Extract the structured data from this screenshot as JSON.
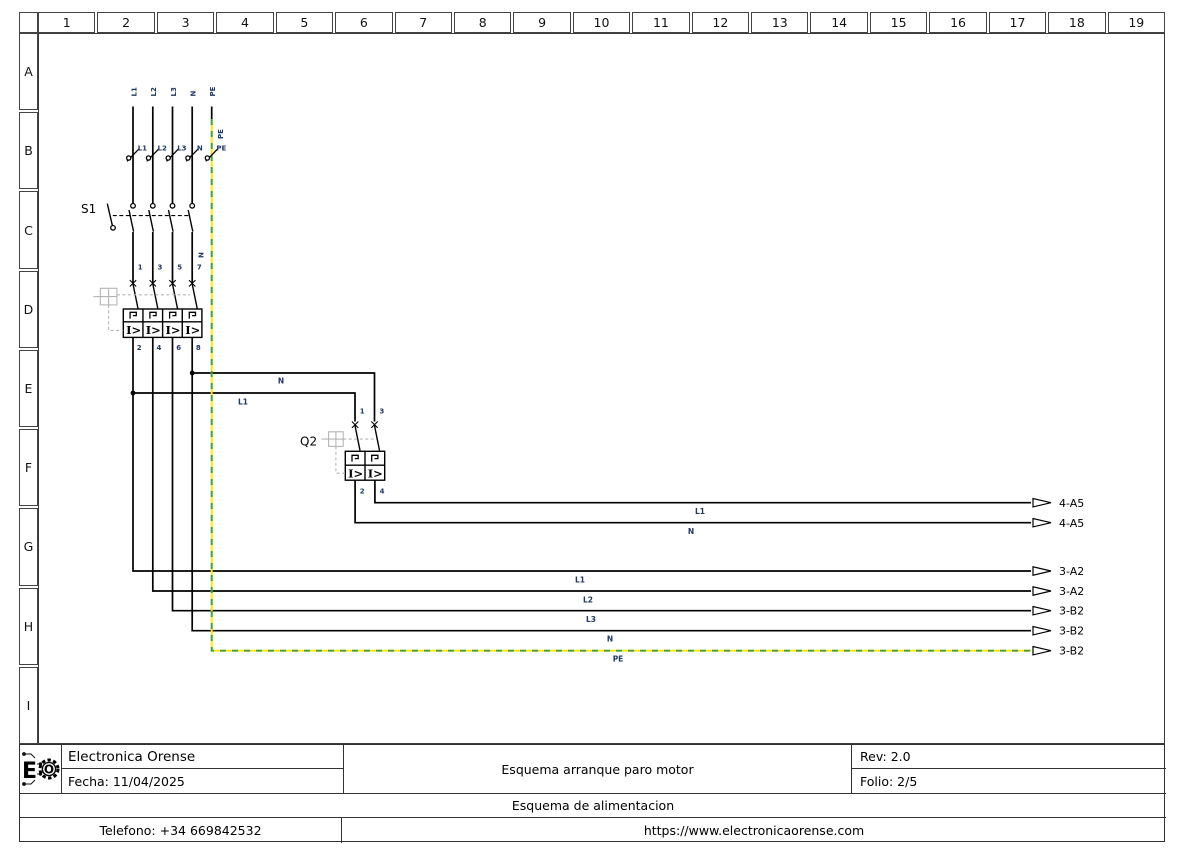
{
  "frame": {
    "columns": [
      "1",
      "2",
      "3",
      "4",
      "5",
      "6",
      "7",
      "8",
      "9",
      "10",
      "11",
      "12",
      "13",
      "14",
      "15",
      "16",
      "17",
      "18",
      "19"
    ],
    "rows": [
      "A",
      "B",
      "C",
      "D",
      "E",
      "F",
      "G",
      "H",
      "I"
    ]
  },
  "schematic": {
    "supply_labels": [
      "L1",
      "L2",
      "L3",
      "N",
      "PE"
    ],
    "tap_labels": [
      "L1",
      "L2",
      "L3",
      "N",
      "PE"
    ],
    "riser_labels": {
      "pe": "PE",
      "n": "N"
    },
    "switch_label": "S1",
    "q2_label": "Q2",
    "q1_top_terminals": [
      "1",
      "3",
      "5",
      "7"
    ],
    "q1_bottom_terminals": [
      "2",
      "4",
      "6",
      "8"
    ],
    "q2_top_terminals": [
      "1",
      "3"
    ],
    "q2_bottom_terminals": [
      "2",
      "4"
    ],
    "trip_symbol": "I>",
    "link_labels": {
      "n": "N",
      "l1": "L1"
    },
    "top_feeders": {
      "wire_labels": [
        "L1",
        "N"
      ],
      "destinations": [
        "4-A5",
        "4-A5"
      ]
    },
    "bottom_feeders": {
      "wire_labels": [
        "L1",
        "L2",
        "L3",
        "N",
        "PE"
      ],
      "destinations": [
        "3-A2",
        "3-A2",
        "3-B2",
        "3-B2",
        "3-B2"
      ]
    }
  },
  "title_block": {
    "company": "Electronica Orense",
    "date": "Fecha: 11/04/2025",
    "title": "Esquema arranque paro motor",
    "rev": "Rev: 2.0",
    "folio": "Folio: 2/5",
    "subtitle": "Esquema de alimentacion",
    "phone": "Telefono: +34 669842532",
    "website": "https://www.electronicaorense.com",
    "logo": {
      "letter": "E",
      "gear_letter": "O"
    }
  },
  "colors": {
    "wire": "#000000",
    "pe_yellow": "#ffe600",
    "pe_green": "#3f9e3f",
    "small_label": "#1f3864",
    "frame_line": "#3a3a3a",
    "ghost_gray": "#b5b5b5"
  }
}
